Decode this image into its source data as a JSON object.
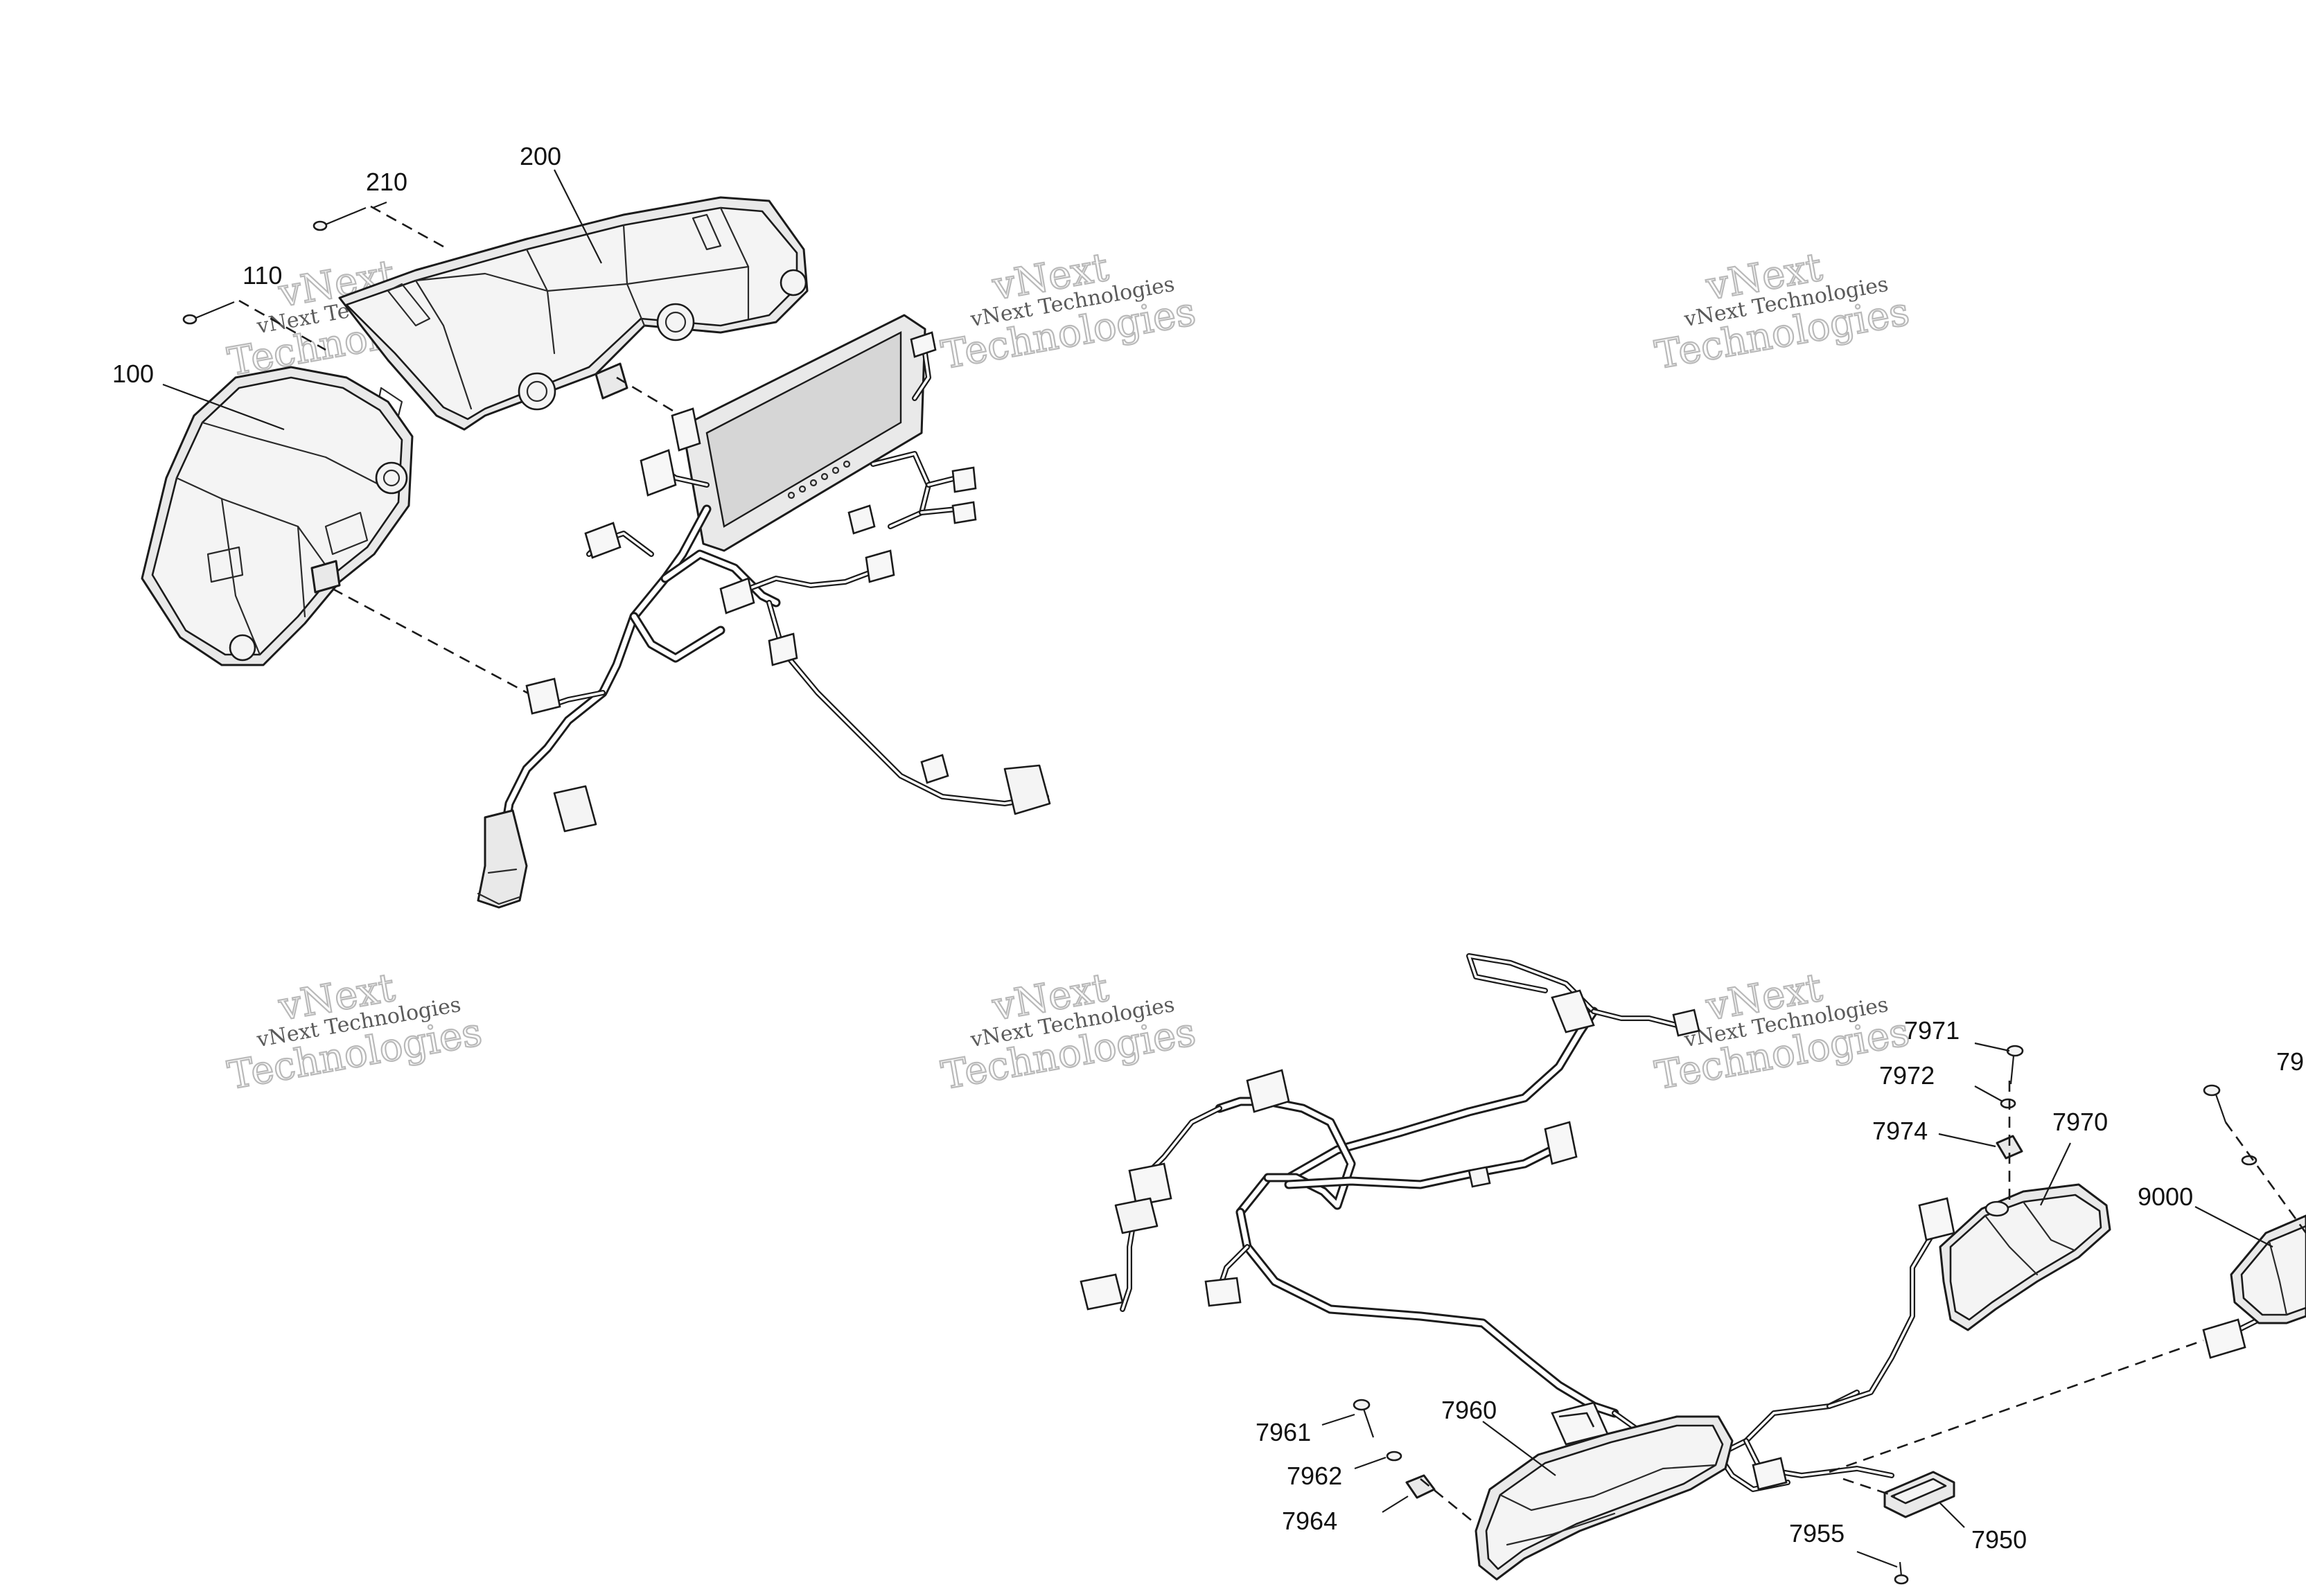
{
  "diagram": {
    "watermark": {
      "line1": "vNext",
      "line2": "vNext Technologies",
      "line3": "Technologies"
    },
    "callouts": {
      "c210": "210",
      "c200": "200",
      "c110": "110",
      "c100": "100",
      "c7971": "7971",
      "c7972": "7972",
      "c7974": "7974",
      "c7970": "7970",
      "c79_partial": "79",
      "c9000": "9000",
      "c7960": "7960",
      "c7961": "7961",
      "c7962": "7962",
      "c7964": "7964",
      "c7955": "7955",
      "c7950": "7950"
    }
  }
}
